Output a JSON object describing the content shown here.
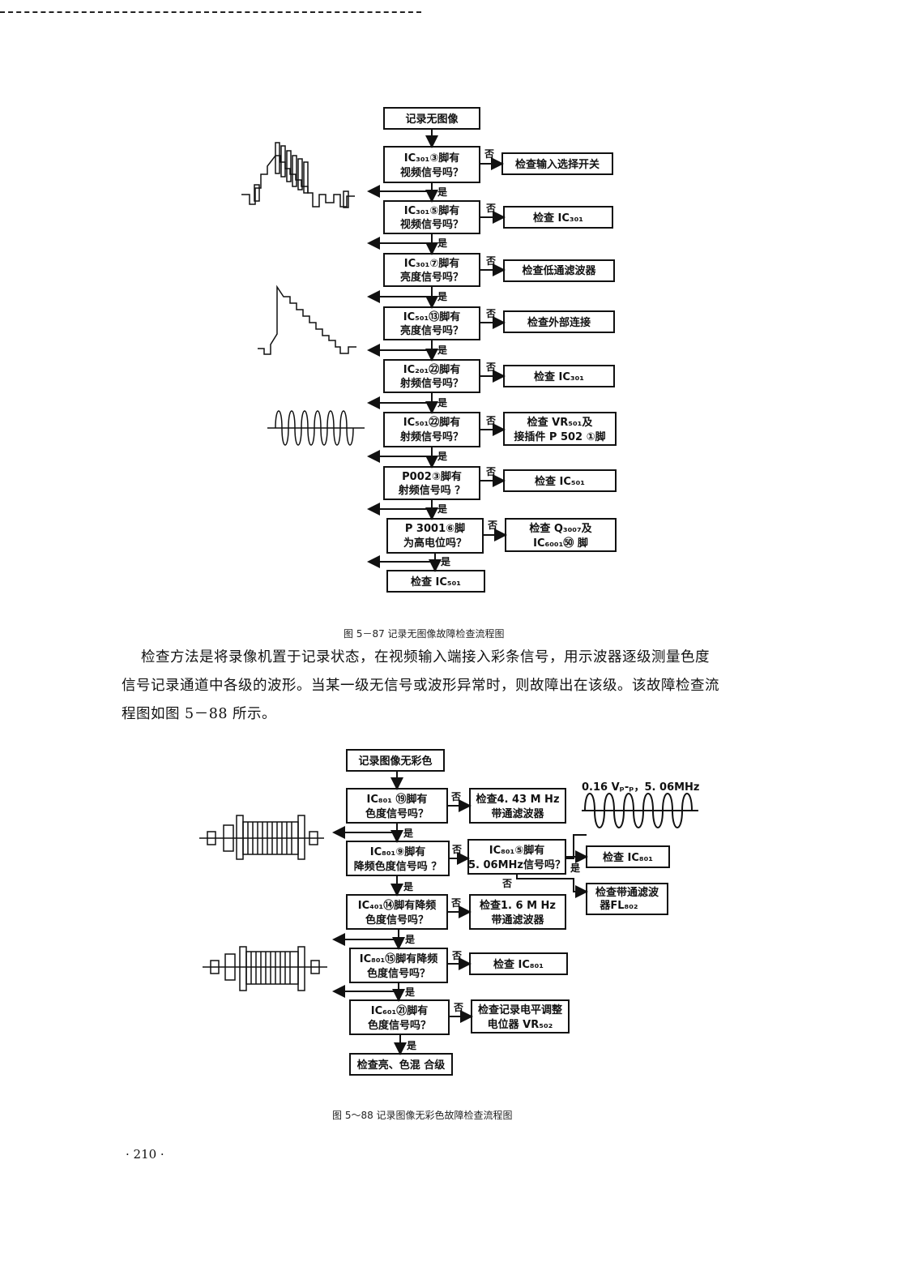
{
  "fig1": {
    "caption": "图 5－87   记录无图像故障检查流程图",
    "start": "记录无图像",
    "yes": "是",
    "no": "否",
    "steps": [
      {
        "q1": "IC₃₀₁③脚有",
        "q2": "视频信号吗？",
        "a1": "检查输入选择开关",
        "a2": ""
      },
      {
        "q1": "IC₃₀₁⑤脚有",
        "q2": "视频信号吗？",
        "a1": "检查 IC₃₀₁",
        "a2": ""
      },
      {
        "q1": "IC₃₀₁⑦脚有",
        "q2": "亮度信号吗？",
        "a1": "检查低通滤波器",
        "a2": ""
      },
      {
        "q1": "IC₅₀₁⑬脚有",
        "q2": "亮度信号吗？",
        "a1": "检查外部连接",
        "a2": ""
      },
      {
        "q1": "IC₂₀₁㉒脚有",
        "q2": "射频信号吗？",
        "a1": "检查 IC₃₀₁",
        "a2": ""
      },
      {
        "q1": "IC₅₀₁㉒脚有",
        "q2": "射频信号吗？",
        "a1": "检查 VR₅₀₁及",
        "a2": "接插件 P 502 ①脚"
      },
      {
        "q1": "P002③脚有",
        "q2": "射频信号吗 ？",
        "a1": "检查 IC₅₀₁",
        "a2": ""
      },
      {
        "q1": "P 3001⑥脚",
        "q2": "为高电位吗？",
        "a1": "检查 Q₃₀₀₇及",
        "a2": "IC₆₀₀₁㊿ 脚"
      }
    ],
    "end": "检查 IC₅₀₁"
  },
  "paragraph": [
    "检查方法是将录像机置于记录状态，在视频输入端接入彩条信号，用示波器逐级测量色度",
    "信号记录通道中各级的波形。当某一级无信号或波形异常时，则故障出在该级。该故障检查流",
    "程图如图 5－88 所示。"
  ],
  "fig2": {
    "caption": "图 5～88   记录图像无彩色故障检查流程图",
    "start": "记录图像无彩色",
    "yes": "是",
    "no": "否",
    "waveform_label": "0.16 Vₚ-ₚ，5. 06MHz",
    "q1a": "IC₈₀₁ ⑲脚有",
    "q1b": "色度信号吗？",
    "a1a": "检查4. 43 M Hz",
    "a1b": "带通滤波器",
    "q2a": "IC₈₀₁⑨脚有",
    "q2b": "降频色度信号吗 ？",
    "q2xa": "IC₈₀₁⑤脚有",
    "q2xb": "5. 06MHz信号吗？",
    "a2yes": "检查 IC₈₀₁",
    "a2noa": "检查带通滤波",
    "a2nob": "器FL₈₀₂",
    "q3a": "IC₄₀₁⑭脚有降频",
    "q3b": "色度信号吗？",
    "a3a": "检查1. 6 M Hz",
    "a3b": "带通滤波器",
    "q4a": "IC₈₀₁⑮脚有降频",
    "q4b": "色度信号吗？",
    "a4": "检查 IC₈₀₁",
    "q5a": "IC₆₀₁㉑脚有",
    "q5b": "色度信号吗？",
    "a5a": "检查记录电平调整",
    "a5b": "电位器 VR₅₀₂",
    "end": "检查亮、色混 合级"
  },
  "page_number": "· 210 ·"
}
